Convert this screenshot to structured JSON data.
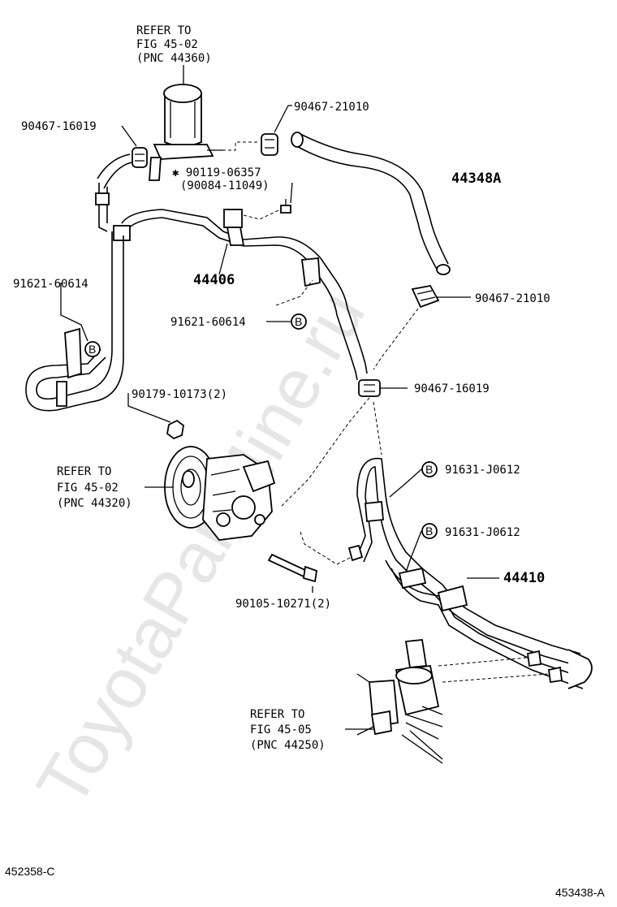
{
  "watermark": "ToyotaPartMine.ru",
  "callouts": {
    "reservoir_ref": [
      "REFER TO",
      "FIG 45-02",
      "(PNC 44360)"
    ],
    "pump_ref": [
      "REFER TO",
      "FIG 45-02",
      "(PNC 44320)"
    ],
    "gear_ref": [
      "REFER TO",
      "FIG 45-05",
      "(PNC 44250)"
    ],
    "clip_left_top": "90467-16019",
    "clip_top_right": "90467-21010",
    "bolt_star": "✱ 90119-06357",
    "bolt_star_alt": "(90084-11049)",
    "hose_return": "44348A",
    "pipe_44406": "44406",
    "clamp_left": "91621-60614",
    "clamp_mid": "91621-60614",
    "clip_right_mid": "90467-21010",
    "clip_right_low": "90467-16019",
    "nut_pump": "90179-10173(2)",
    "clamp_j_upper": "91631-J0612",
    "clamp_j_lower": "91631-J0612",
    "pipe_44410": "44410",
    "bolt_pump": "90105-10271(2)",
    "badge_b": "B"
  },
  "footer": {
    "left_code": "452358-C",
    "right_code": "453438-A"
  }
}
